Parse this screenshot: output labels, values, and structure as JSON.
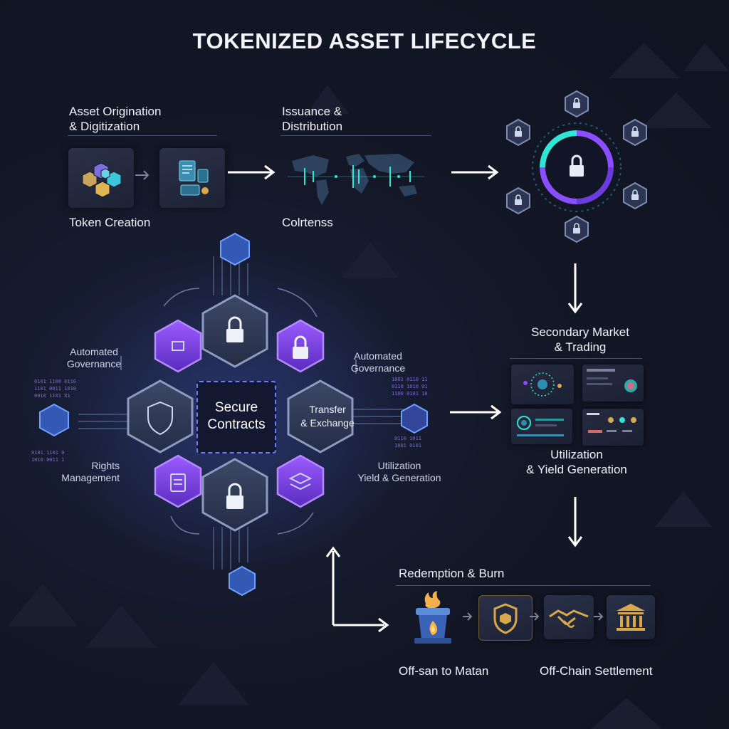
{
  "title": "TOKENIZED ASSET LIFECYCLE",
  "top_row": {
    "origination": "Asset Origination\n& Digitization",
    "issuance": "Issuance &\nDistribution",
    "token_creation": "Token Creation",
    "colrtenss": "Colrtenss"
  },
  "hub": {
    "center_line1": "Secure",
    "center_line2": "Contracts",
    "transfer": "Transfer\n& Exchange",
    "automated_governance_left": "Automated\nGovernance",
    "automated_governance_right": "Automated\nGovernance",
    "rights_management": "Rights\nManagement",
    "utilization_yield": "Utilization\nYield & Generation"
  },
  "right_column": {
    "secondary_market": "Secondary Market\n& Trading",
    "utilization": "Utilization\n& Yield Generation"
  },
  "bottom": {
    "redemption": "Redemption & Burn",
    "off_san": "Off-san to Matan",
    "off_chain": "Off-Chain Settlement"
  },
  "colors": {
    "accent_purple": "#8a4dff",
    "accent_teal": "#2ee6d6",
    "slate_hex": "#3a4563"
  },
  "icons": [
    "cube-icon",
    "document-icon",
    "world-map-icon",
    "lock-icon",
    "shield-icon",
    "layers-icon",
    "fire-icon",
    "handshake-icon",
    "bank-icon",
    "network-icon"
  ]
}
